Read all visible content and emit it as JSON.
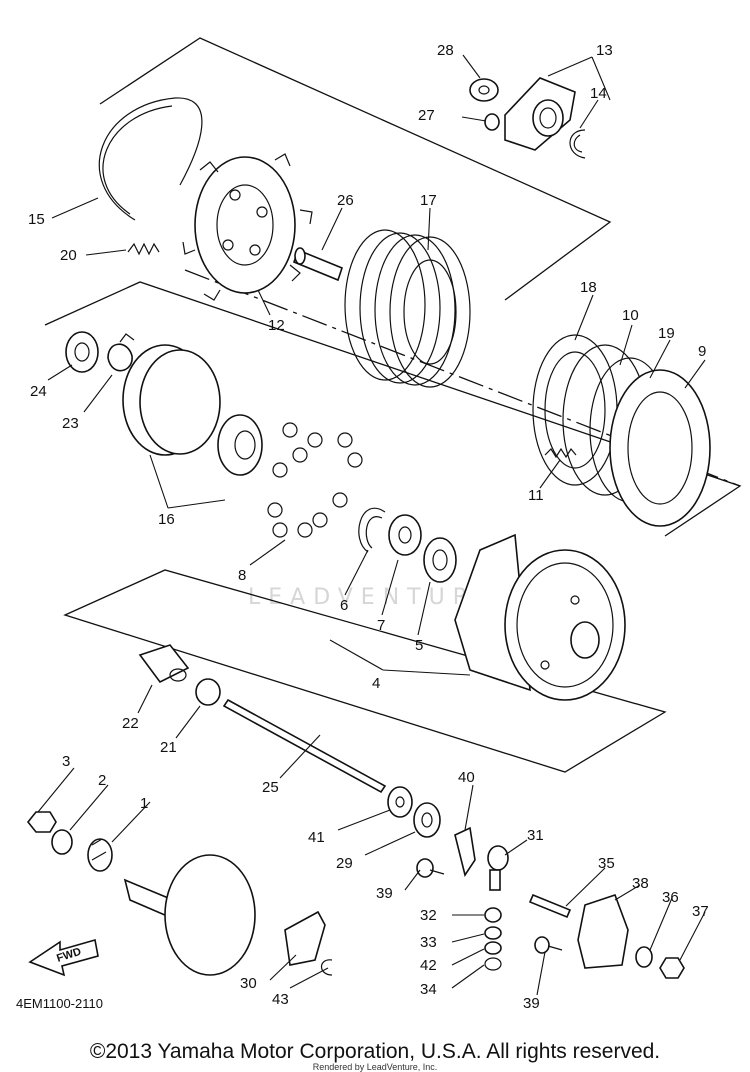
{
  "diagram": {
    "drawing_code": "4EM1100-2110",
    "fwd_label": "FWD",
    "watermark": "LEADVENTURE",
    "callouts": [
      "28",
      "13",
      "27",
      "14",
      "15",
      "26",
      "17",
      "20",
      "12",
      "18",
      "10",
      "19",
      "9",
      "24",
      "23",
      "11",
      "16",
      "8",
      "6",
      "7",
      "5",
      "4",
      "22",
      "21",
      "3",
      "2",
      "1",
      "25",
      "40",
      "31",
      "41",
      "29",
      "35",
      "38",
      "39",
      "32",
      "33",
      "42",
      "34",
      "36",
      "37",
      "30",
      "43",
      "39"
    ]
  },
  "footer": {
    "copyright": "©2013 Yamaha Motor Corporation, U.S.A. All rights reserved.",
    "rendered_by": "Rendered by LeadVenture, Inc."
  }
}
